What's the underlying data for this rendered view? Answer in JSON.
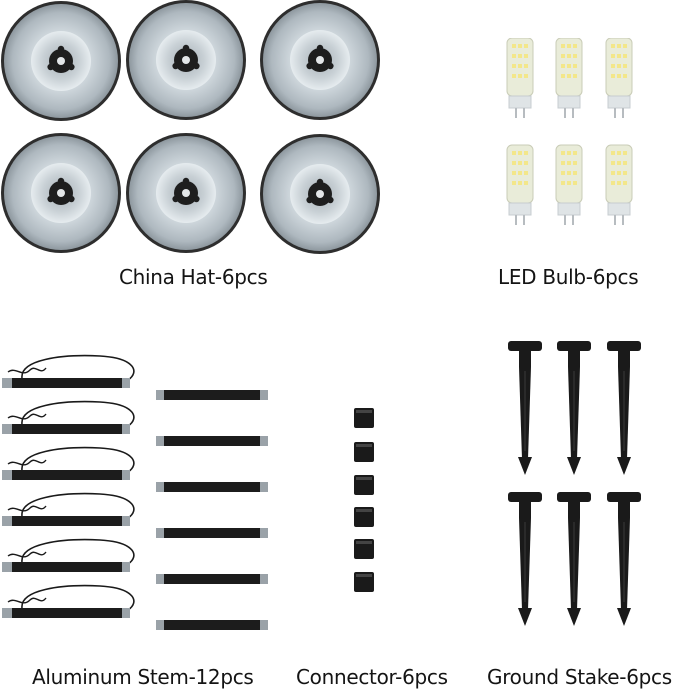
{
  "captions": {
    "china_hat": "China Hat-6pcs",
    "led_bulb": "LED Bulb-6pcs",
    "aluminum_stem": "Aluminum Stem-12pcs",
    "connector": "Connector-6pcs",
    "ground_stake": "Ground Stake-6pcs"
  },
  "counts": {
    "china_hat": 6,
    "led_bulb": 6,
    "stem_with_wire": 6,
    "stem_plain": 6,
    "connector": 6,
    "ground_stake": 6
  },
  "colors": {
    "shade_edge": "#2a2a2a",
    "shade_face": "#b9c2c9",
    "shade_inner": "#dfe6ea",
    "bulb_body": "#e9ecd9",
    "bulb_base": "#dfe4e6",
    "part_black": "#1a1a1a",
    "stem_grey": "#9aa2a8",
    "text": "#141414"
  }
}
